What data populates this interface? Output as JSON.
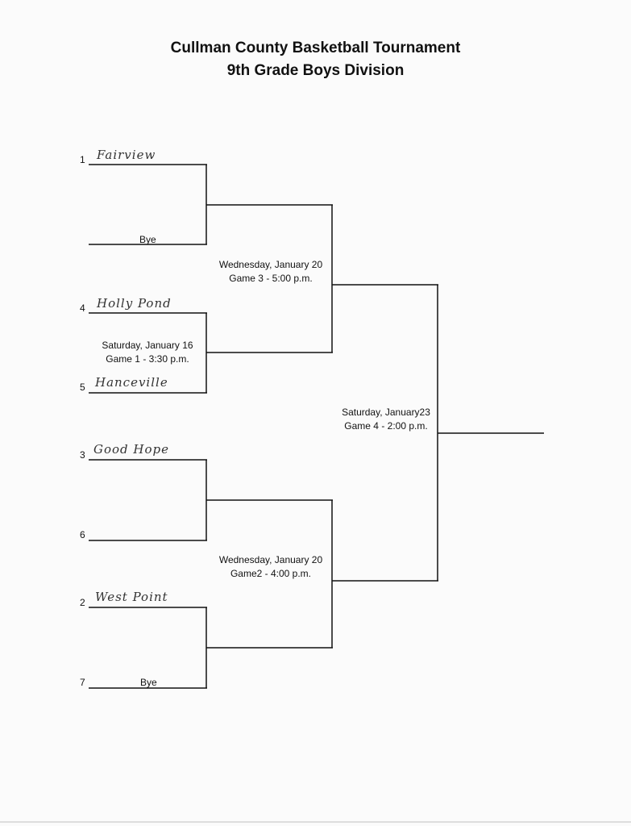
{
  "header": {
    "title": "Cullman County  Basketball Tournament",
    "subtitle": "9th Grade Boys Division"
  },
  "slots": [
    {
      "seed": "1",
      "team": "Fairview"
    },
    {
      "seed": "",
      "team": "Bye"
    },
    {
      "seed": "4",
      "team": "Holly Pond"
    },
    {
      "seed": "5",
      "team": "Hanceville"
    },
    {
      "seed": "3",
      "team": "Good Hope"
    },
    {
      "seed": "6",
      "team": ""
    },
    {
      "seed": "2",
      "team": "West Point"
    },
    {
      "seed": "7",
      "team": "Bye"
    }
  ],
  "games": {
    "game1": {
      "date": "Saturday, January 16",
      "time": "Game 1 - 3:30 p.m."
    },
    "game3": {
      "date": "Wednesday, January 20",
      "time": "Game 3 - 5:00 p.m."
    },
    "game2": {
      "date": "Wednesday, January 20",
      "time": "Game2 - 4:00 p.m."
    },
    "game4": {
      "date": "Saturday, January23",
      "time": "Game 4 - 2:00 p.m."
    }
  }
}
